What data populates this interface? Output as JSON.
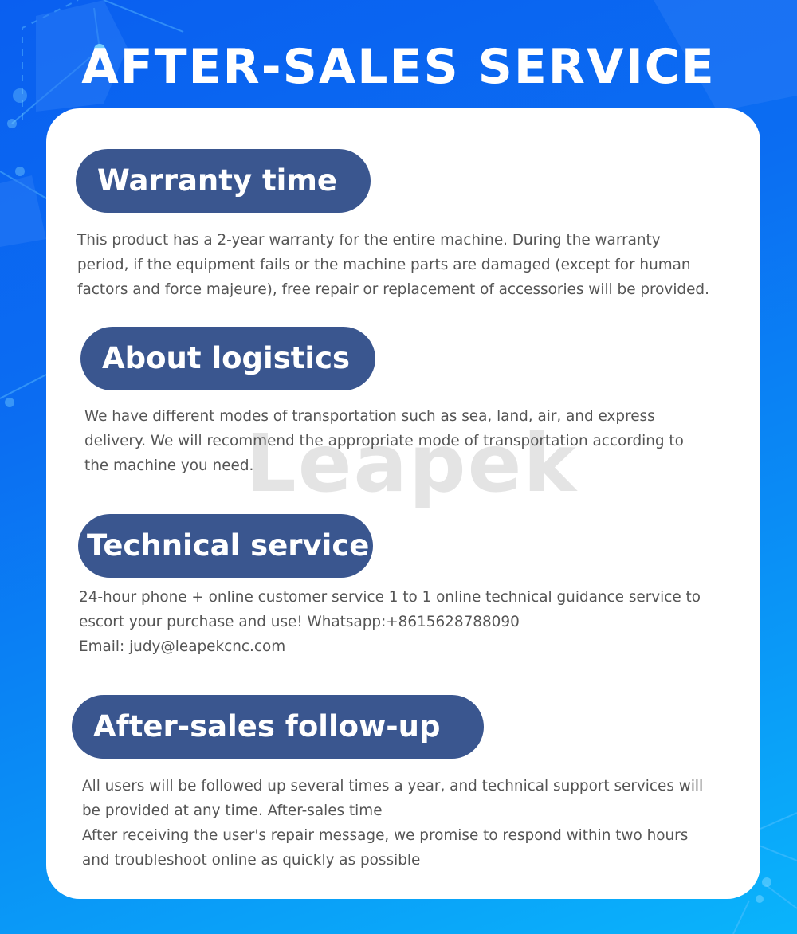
{
  "header": {
    "title": "AFTER-SALES SERVICE"
  },
  "watermark": {
    "text": "Leapek"
  },
  "sections": [
    {
      "heading": "Warranty time",
      "body": "This product has a 2-year warranty for the entire machine. During the warranty\nperiod, if the equipment fails or the machine parts are damaged (except for human\nfactors and force majeure), free repair or replacement of accessories will be provided."
    },
    {
      "heading": "About logistics",
      "body": "We have different modes of transportation such as sea, land, air, and express\ndelivery. We will recommend the appropriate mode of transportation according to\nthe machine you need."
    },
    {
      "heading": "Technical service",
      "body": "24-hour phone + online customer service 1 to 1 online technical guidance service to\nescort your purchase and use! Whatsapp:+8615628788090\nEmail: judy@leapekcnc.com"
    },
    {
      "heading": "After-sales follow-up",
      "body": "All users will be followed up several times a year, and technical support services will\nbe provided at any time. After-sales time\nAfter receiving the user's repair message, we promise to respond within two hours\nand troubleshoot online as quickly as possible"
    }
  ],
  "colors": {
    "background_start": "#0a5ff0",
    "background_end": "#0ab4fb",
    "card": "#ffffff",
    "pill": "#3a568f",
    "body_text": "#555555"
  }
}
